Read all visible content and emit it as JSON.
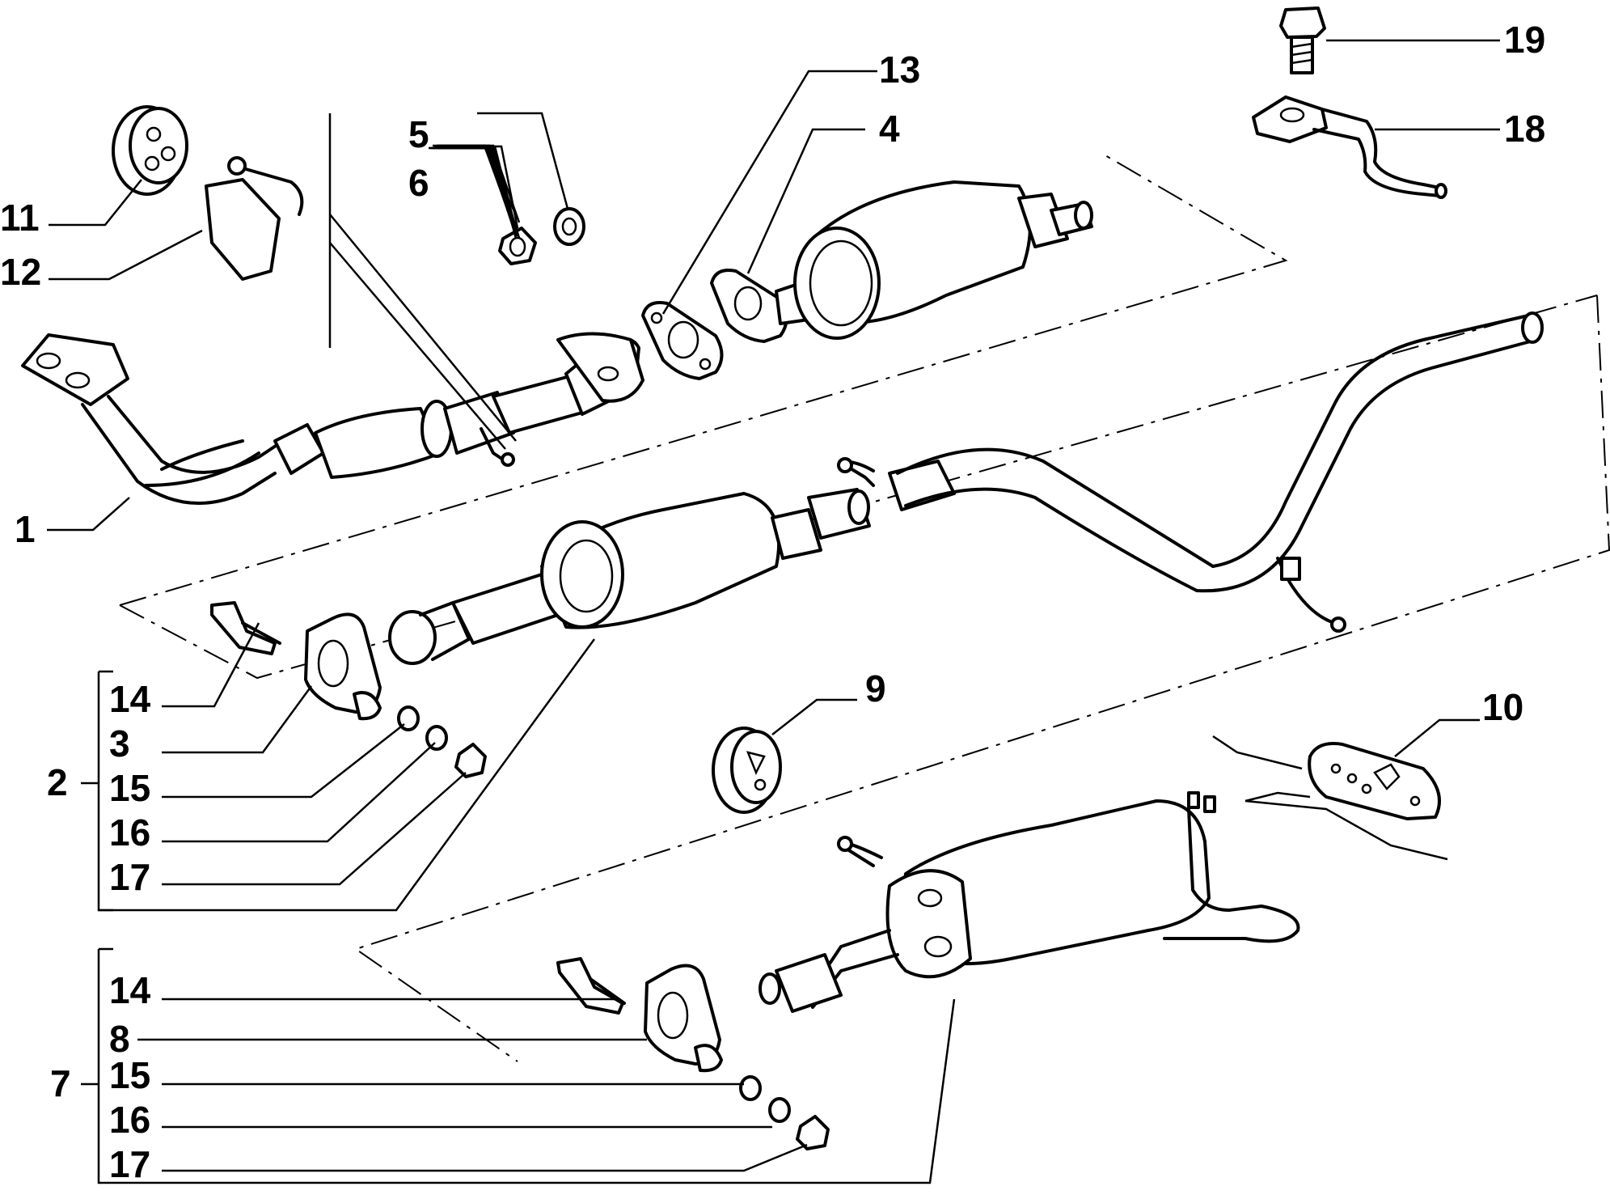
{
  "callouts": [
    {
      "id": "c1",
      "text": "1"
    },
    {
      "id": "c2",
      "text": "2"
    },
    {
      "id": "c3",
      "text": "3"
    },
    {
      "id": "c4",
      "text": "4"
    },
    {
      "id": "c5",
      "text": "5"
    },
    {
      "id": "c6",
      "text": "6"
    },
    {
      "id": "c7",
      "text": "7"
    },
    {
      "id": "c8",
      "text": "8"
    },
    {
      "id": "c9",
      "text": "9"
    },
    {
      "id": "c10",
      "text": "10"
    },
    {
      "id": "c11",
      "text": "11"
    },
    {
      "id": "c12",
      "text": "12"
    },
    {
      "id": "c13",
      "text": "13"
    },
    {
      "id": "c14a",
      "text": "14"
    },
    {
      "id": "c15a",
      "text": "15"
    },
    {
      "id": "c16a",
      "text": "16"
    },
    {
      "id": "c17a",
      "text": "17"
    },
    {
      "id": "c14b",
      "text": "14"
    },
    {
      "id": "c15b",
      "text": "15"
    },
    {
      "id": "c16b",
      "text": "16"
    },
    {
      "id": "c17b",
      "text": "17"
    },
    {
      "id": "c18",
      "text": "18"
    },
    {
      "id": "c19",
      "text": "19"
    }
  ]
}
